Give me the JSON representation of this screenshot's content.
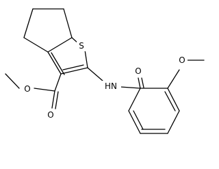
{
  "atoms": [
    {
      "id": "s1",
      "label": "S"
    },
    {
      "id": "o_methoxy_left",
      "label": "O"
    },
    {
      "id": "o_ester_carbonyl",
      "label": "O"
    },
    {
      "id": "nh",
      "label": "HN"
    },
    {
      "id": "o_amide",
      "label": "O"
    },
    {
      "id": "o_methoxy_right",
      "label": "O"
    }
  ]
}
